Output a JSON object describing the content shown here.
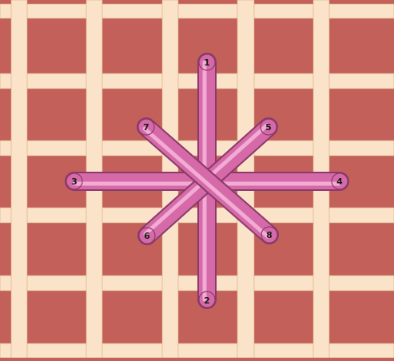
{
  "colors": {
    "fabric": "#c4605a",
    "thread_grid": "#fbe3c9",
    "thread_shadow": "#d9a77f",
    "stitch": "#d66aa8",
    "stitch_edge": "#8a3a6a",
    "stitch_highlight": "#f6b6dc"
  },
  "point_labels": {
    "p1": "1",
    "p2": "2",
    "p3": "3",
    "p4": "4",
    "p5": "5",
    "p6": "6",
    "p7": "7",
    "p8": "8"
  },
  "stitches": [
    {
      "from": "p1",
      "to": "p2"
    },
    {
      "from": "p3",
      "to": "p4"
    },
    {
      "from": "p5",
      "to": "p6"
    },
    {
      "from": "p7",
      "to": "p8"
    }
  ]
}
